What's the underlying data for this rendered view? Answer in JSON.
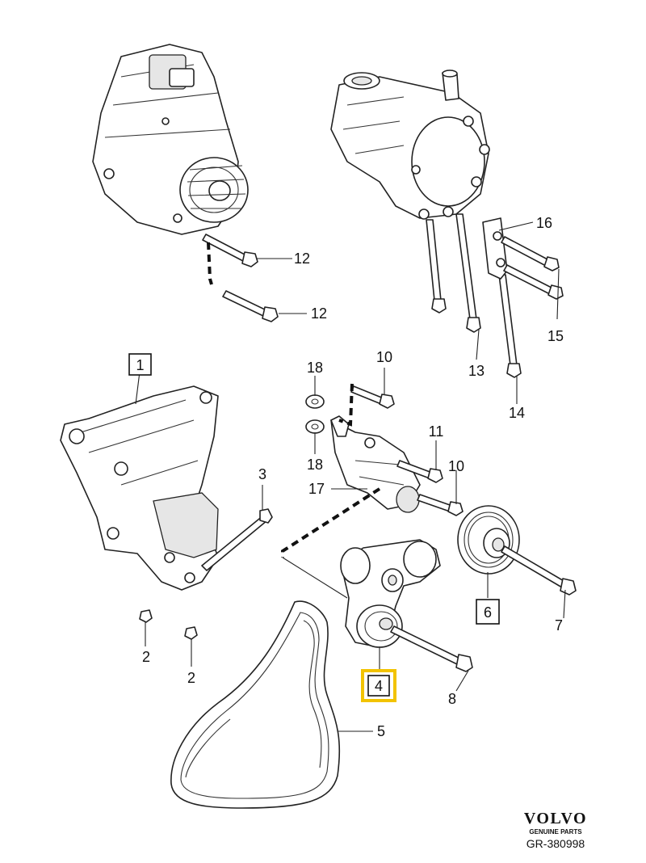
{
  "callouts": {
    "c1": "1",
    "c2a": "2",
    "c2b": "2",
    "c3": "3",
    "c4": "4",
    "c5": "5",
    "c6": "6",
    "c7": "7",
    "c8": "8",
    "c10a": "10",
    "c10b": "10",
    "c11": "11",
    "c12a": "12",
    "c12b": "12",
    "c13": "13",
    "c14": "14",
    "c15": "15",
    "c16": "16",
    "c17": "17",
    "c18a": "18",
    "c18b": "18"
  },
  "highlight": {
    "part": "4",
    "color": "#f2c300"
  },
  "brand": {
    "name": "VOLVO",
    "subtitle": "GENUINE PARTS"
  },
  "reference": "GR-380998"
}
